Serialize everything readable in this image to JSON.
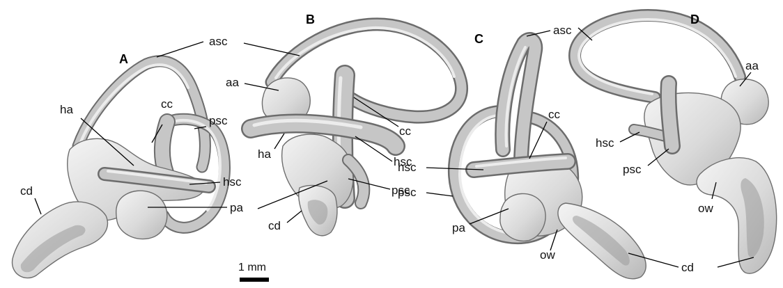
{
  "panels": [
    "A",
    "B",
    "C",
    "D"
  ],
  "labels": {
    "A": {
      "asc": "asc",
      "cc": "cc",
      "ha": "ha",
      "psc": "psc",
      "hsc": "hsc",
      "cd": "cd",
      "pa": "pa"
    },
    "B": {
      "aa": "aa",
      "cc": "cc",
      "ha": "ha",
      "hsc": "hsc",
      "psc": "psc",
      "cd": "cd"
    },
    "C": {
      "asc": "asc",
      "cc": "cc",
      "pa": "pa",
      "ow": "ow",
      "cd": "cd"
    },
    "D": {
      "aa": "aa",
      "hsc": "hsc",
      "psc": "psc",
      "ow": "ow"
    }
  },
  "scale_bar": {
    "label": "1 mm"
  },
  "colors": {
    "bone_light": "#f2f2f2",
    "bone_mid": "#cfcfcf",
    "bone_edge": "#6e6e6e",
    "ink": "#000000"
  }
}
